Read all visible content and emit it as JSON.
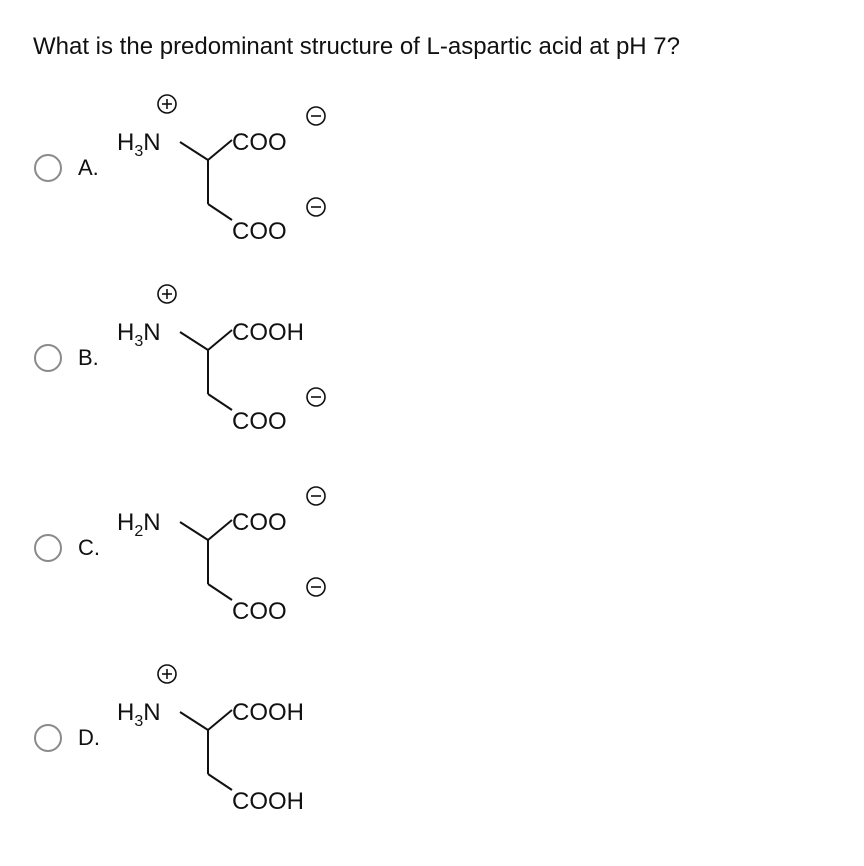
{
  "question": {
    "text": "What is the predominant structure of L-aspartic acid at pH 7?"
  },
  "options": [
    {
      "letter": "A.",
      "amine": {
        "h": "H",
        "sub": "3",
        "n": "N",
        "charge": "+"
      },
      "alpha_group": {
        "text": "COO",
        "charge": "-"
      },
      "side_group": {
        "text": "COO",
        "charge": "-"
      }
    },
    {
      "letter": "B.",
      "amine": {
        "h": "H",
        "sub": "3",
        "n": "N",
        "charge": "+"
      },
      "alpha_group": {
        "text": "COOH",
        "charge": ""
      },
      "side_group": {
        "text": "COO",
        "charge": "-"
      }
    },
    {
      "letter": "C.",
      "amine": {
        "h": "H",
        "sub": "2",
        "n": "N",
        "charge": ""
      },
      "alpha_group": {
        "text": "COO",
        "charge": "-"
      },
      "side_group": {
        "text": "COO",
        "charge": "-"
      }
    },
    {
      "letter": "D.",
      "amine": {
        "h": "H",
        "sub": "3",
        "n": "N",
        "charge": "+"
      },
      "alpha_group": {
        "text": "COOH",
        "charge": ""
      },
      "side_group": {
        "text": "COOH",
        "charge": ""
      }
    }
  ],
  "icons": {
    "radio": "radio-unselected-icon",
    "positive_charge": "positive-charge-icon",
    "negative_charge": "negative-charge-icon"
  },
  "colors": {
    "text": "#111111",
    "radio_border": "#8a8a8a",
    "background": "#ffffff"
  }
}
